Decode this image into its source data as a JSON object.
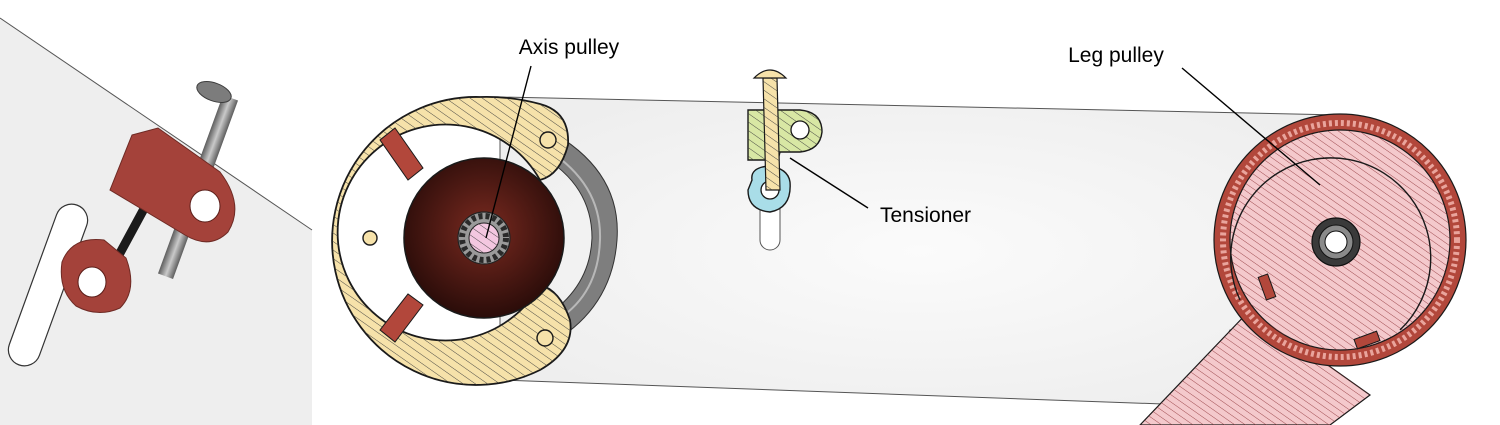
{
  "labels": {
    "axis_pulley": "Axis pulley",
    "tensioner": "Tensioner",
    "leg_pulley": "Leg pulley"
  },
  "colors": {
    "axis_pulley_face": "#f6e2aa",
    "axis_pulley_bore": "#4a1a14",
    "tensioner_bracket": "#d8e7a4",
    "tensioner_eye": "#a9dde8",
    "leg_pulley_face": "#f4c9cc",
    "leg_pulley_teeth": "#b2473b",
    "bracket_3d": "#a4423a",
    "belt_plate": "#f4f4f4"
  }
}
